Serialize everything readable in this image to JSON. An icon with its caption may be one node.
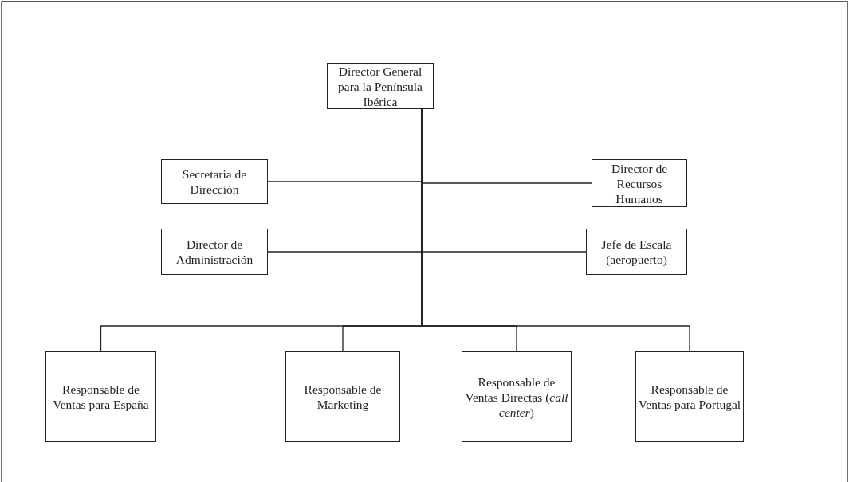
{
  "diagram": {
    "nodes": [
      {
        "text": [
          "Director General para la Península Ibérica"
        ]
      },
      {
        "text": [
          "Secretaria de Dirección"
        ]
      },
      {
        "text": [
          "Director de Recursos Humanos"
        ]
      },
      {
        "text": [
          "Director de Administración"
        ]
      },
      {
        "text": [
          "Jefe de Escala (aeropuerto)"
        ]
      },
      {
        "text": [
          "Responsable de Ventas para España"
        ]
      },
      {
        "text": [
          "Responsable de Marketing"
        ]
      },
      {
        "text": [
          "Responsable de Ventas Directas (*call center*)"
        ]
      },
      {
        "text": [
          "Responsable de Ventas para Portugal"
        ]
      }
    ],
    "edges": [
      {
        "from": 0,
        "to": 1,
        "arrow": "none"
      },
      {
        "from": 0,
        "to": 2,
        "arrow": "none"
      },
      {
        "from": 0,
        "to": 3,
        "arrow": "none"
      },
      {
        "from": 0,
        "to": 4,
        "arrow": "none"
      },
      {
        "from": 0,
        "to": 5,
        "arrow": "none"
      },
      {
        "from": 0,
        "to": 6,
        "arrow": "none"
      },
      {
        "from": 0,
        "to": 7,
        "arrow": "none"
      },
      {
        "from": 0,
        "to": 8,
        "arrow": "none"
      }
    ]
  }
}
